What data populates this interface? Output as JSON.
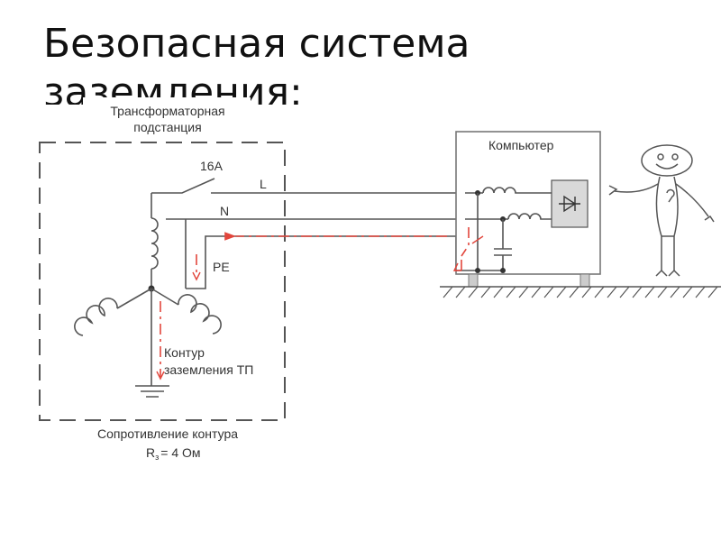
{
  "title": "Безопасная система заземления:",
  "diagram": {
    "substation_label_line1": "Трансформаторная",
    "substation_label_line2": "подстанция",
    "breaker_label": "16А",
    "line_L": "L",
    "line_N": "N",
    "line_PE": "PE",
    "loop_label_line1": "Контур",
    "loop_label_line2": "заземления ТП",
    "resistance_line1": "Сопротивление контура",
    "resistance_prefix": "R",
    "resistance_sub": "з",
    "resistance_value": "= 4 Ом",
    "computer_label": "Компьютер"
  },
  "colors": {
    "wire": "#555555",
    "fault_current": "#e2463c",
    "component_fill": "#d9d9d9"
  }
}
